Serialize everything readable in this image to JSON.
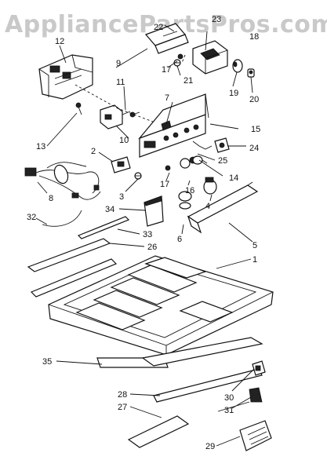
{
  "watermark": "AppliancePartsPros.com",
  "callouts": [
    "1",
    "2",
    "3",
    "4",
    "5",
    "6",
    "7",
    "8",
    "9",
    "10",
    "11",
    "12",
    "13",
    "14",
    "15",
    "16",
    "17",
    "17",
    "18",
    "19",
    "20",
    "21",
    "22",
    "23",
    "24",
    "25",
    "26",
    "27",
    "28",
    "29",
    "30",
    "31",
    "32",
    "33",
    "34",
    "35"
  ],
  "colors": {
    "line": "#111111",
    "background": "#ffffff",
    "watermark": "#c9c9c9"
  }
}
